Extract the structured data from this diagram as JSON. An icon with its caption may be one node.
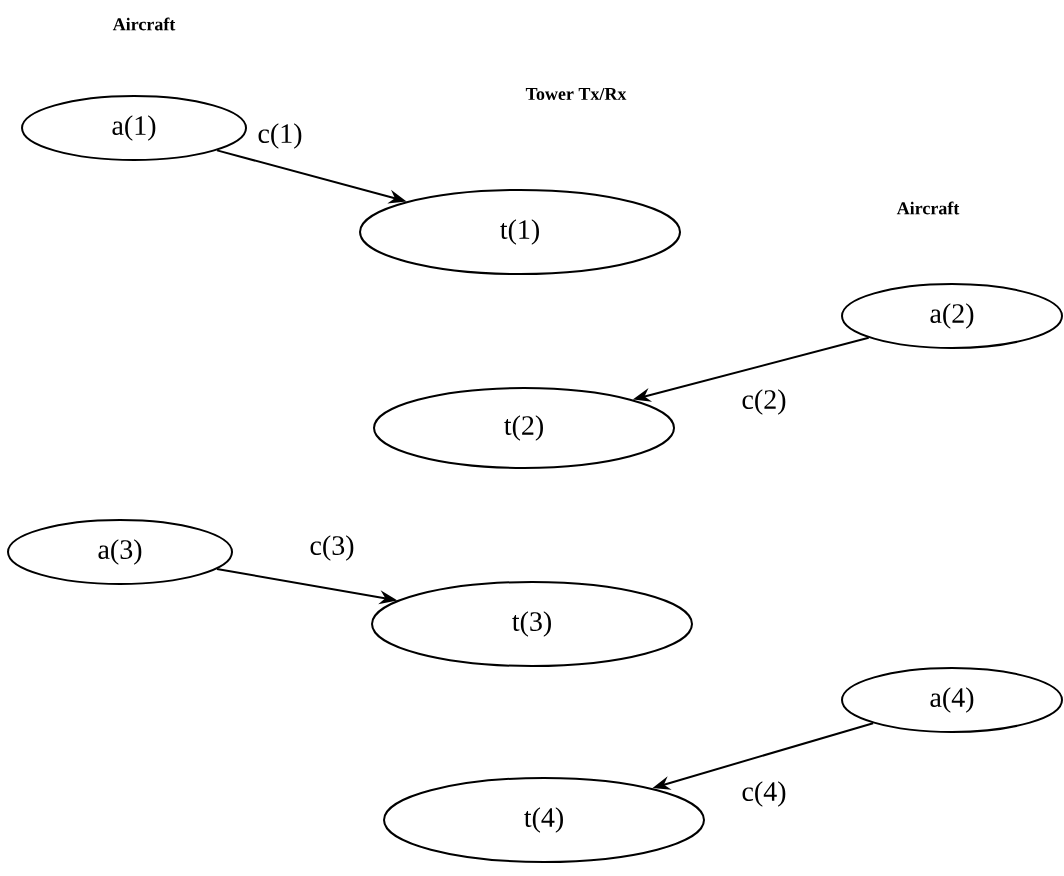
{
  "diagram": {
    "nodes": [
      {
        "text": [
          "a(1)"
        ]
      },
      {
        "text": [
          "t(1)"
        ]
      },
      {
        "text": [
          "a(2)"
        ]
      },
      {
        "text": [
          "t(2)"
        ]
      },
      {
        "text": [
          "a(3)"
        ]
      },
      {
        "text": [
          "t(3)"
        ]
      },
      {
        "text": [
          "a(4)"
        ]
      },
      {
        "text": [
          "t(4)"
        ]
      }
    ],
    "edges": [
      {
        "from": 0,
        "to": 1,
        "arrow": "to",
        "label": "c(1)"
      },
      {
        "from": 2,
        "to": 3,
        "arrow": "to",
        "label": "c(2)"
      },
      {
        "from": 4,
        "to": 5,
        "arrow": "to",
        "label": "c(3)"
      },
      {
        "from": 6,
        "to": 7,
        "arrow": "to",
        "label": "c(4)"
      }
    ],
    "labels": [
      "Aircraft",
      "Tower Tx/Rx",
      "Aircraft"
    ]
  }
}
